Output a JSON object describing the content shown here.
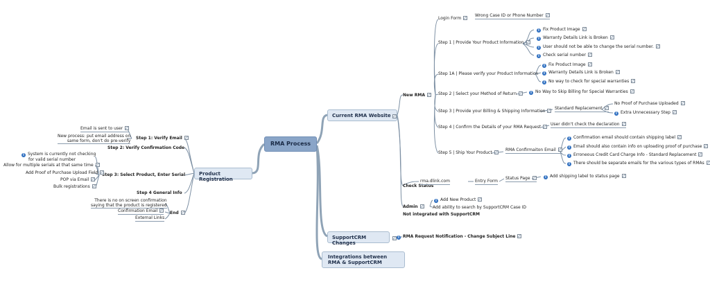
{
  "root": {
    "label": "RMA Process"
  },
  "topics": {
    "current_rma": "Current RMA Website",
    "product_registration": "Product Registration",
    "supportcrm_changes": "SupportCRM Changes",
    "integrations": "Integrations between RMA & SupportCRM"
  },
  "new_rma": {
    "label": "New RMA",
    "login_form": "Login Form",
    "wrong_case": "Wrong Case ID or Phone Number",
    "step1": "Step 1 | Provide Your Product Information",
    "step1_items": [
      "Fix Product Image",
      "Warranty Details Link is Broken",
      "User should not be able to change the serial number.",
      "Check serial number"
    ],
    "step1a": "Step 1A | Please verify your Product Information",
    "step1a_items": [
      "Fix Product Image",
      "Warranty Details Link is Broken",
      "No way to check for special warranties"
    ],
    "step2": "Step 2 | Select your Method of Return",
    "step2_item": "No Way to Skip Billing for Special Warranties",
    "step3": "Step 3 | Provide your Billing & Shipping Information",
    "standard_replacement": "Standard Replacement",
    "no_proof": "No Proof of Purchase Uploaded",
    "extra_step": "Extra Unnecessary Step",
    "step4": "Step 4 | Confirm the Details of your RMA Request",
    "step4_item": "User didn't check the declaration",
    "step5": "Step 5 | Ship Your Product",
    "rma_email": "RMA Confirmaiton Email",
    "email_items": [
      "Confirmation email should contain shipping label",
      "Email should also contain info on uploading proof of purchase",
      "Erroneous Credit Card Charge Info - Standard Replacement",
      "There should be separate emails for the various types of RMAs"
    ]
  },
  "check_status": {
    "label": "Check Status",
    "site": "rma.dlink.com",
    "entry_form": "Entry Form",
    "status_page": "Status Page",
    "status_item": "Add shipping label to status page"
  },
  "admin": {
    "label": "Admin",
    "add_product": "Add New Product",
    "search": "Add ability to search by SupportCRM Case ID"
  },
  "not_integrated": "Not integrated with SupportCRM",
  "supportcrm_item": "RMA Request Notification - Change Subject Line",
  "product_reg": {
    "step1": "Step 1: Verify Email",
    "email_sent": "Email is sent to user",
    "new_process_1": "New process: put email address on",
    "new_process_2": "same form, don't do pre-verify",
    "step2": "Step 2: Verify Confirmation Code",
    "step3": "Step 3: Select Product, Enter Serial",
    "no_check_1": "System is currently not checking",
    "no_check_2": "for valid serial number",
    "step3_items": [
      "Allow for multiple serials at that same time",
      "Add Proof of Purchase Upload Field",
      "POP via Email",
      "Bulk registrations"
    ],
    "step4": "Step 4 General Info",
    "end": "End",
    "no_conf_1": "There is no on screen confirmation",
    "no_conf_2": "saying that the product is registered",
    "conf_email": "Confirmation Email",
    "external_links": "External Links"
  },
  "icons": [
    "note-icon",
    "info-icon"
  ],
  "colors": {
    "root": "#8aa5c8",
    "topic": "#dfe8f3",
    "link": "#7c8fa3",
    "info": "#2f6fc0"
  }
}
